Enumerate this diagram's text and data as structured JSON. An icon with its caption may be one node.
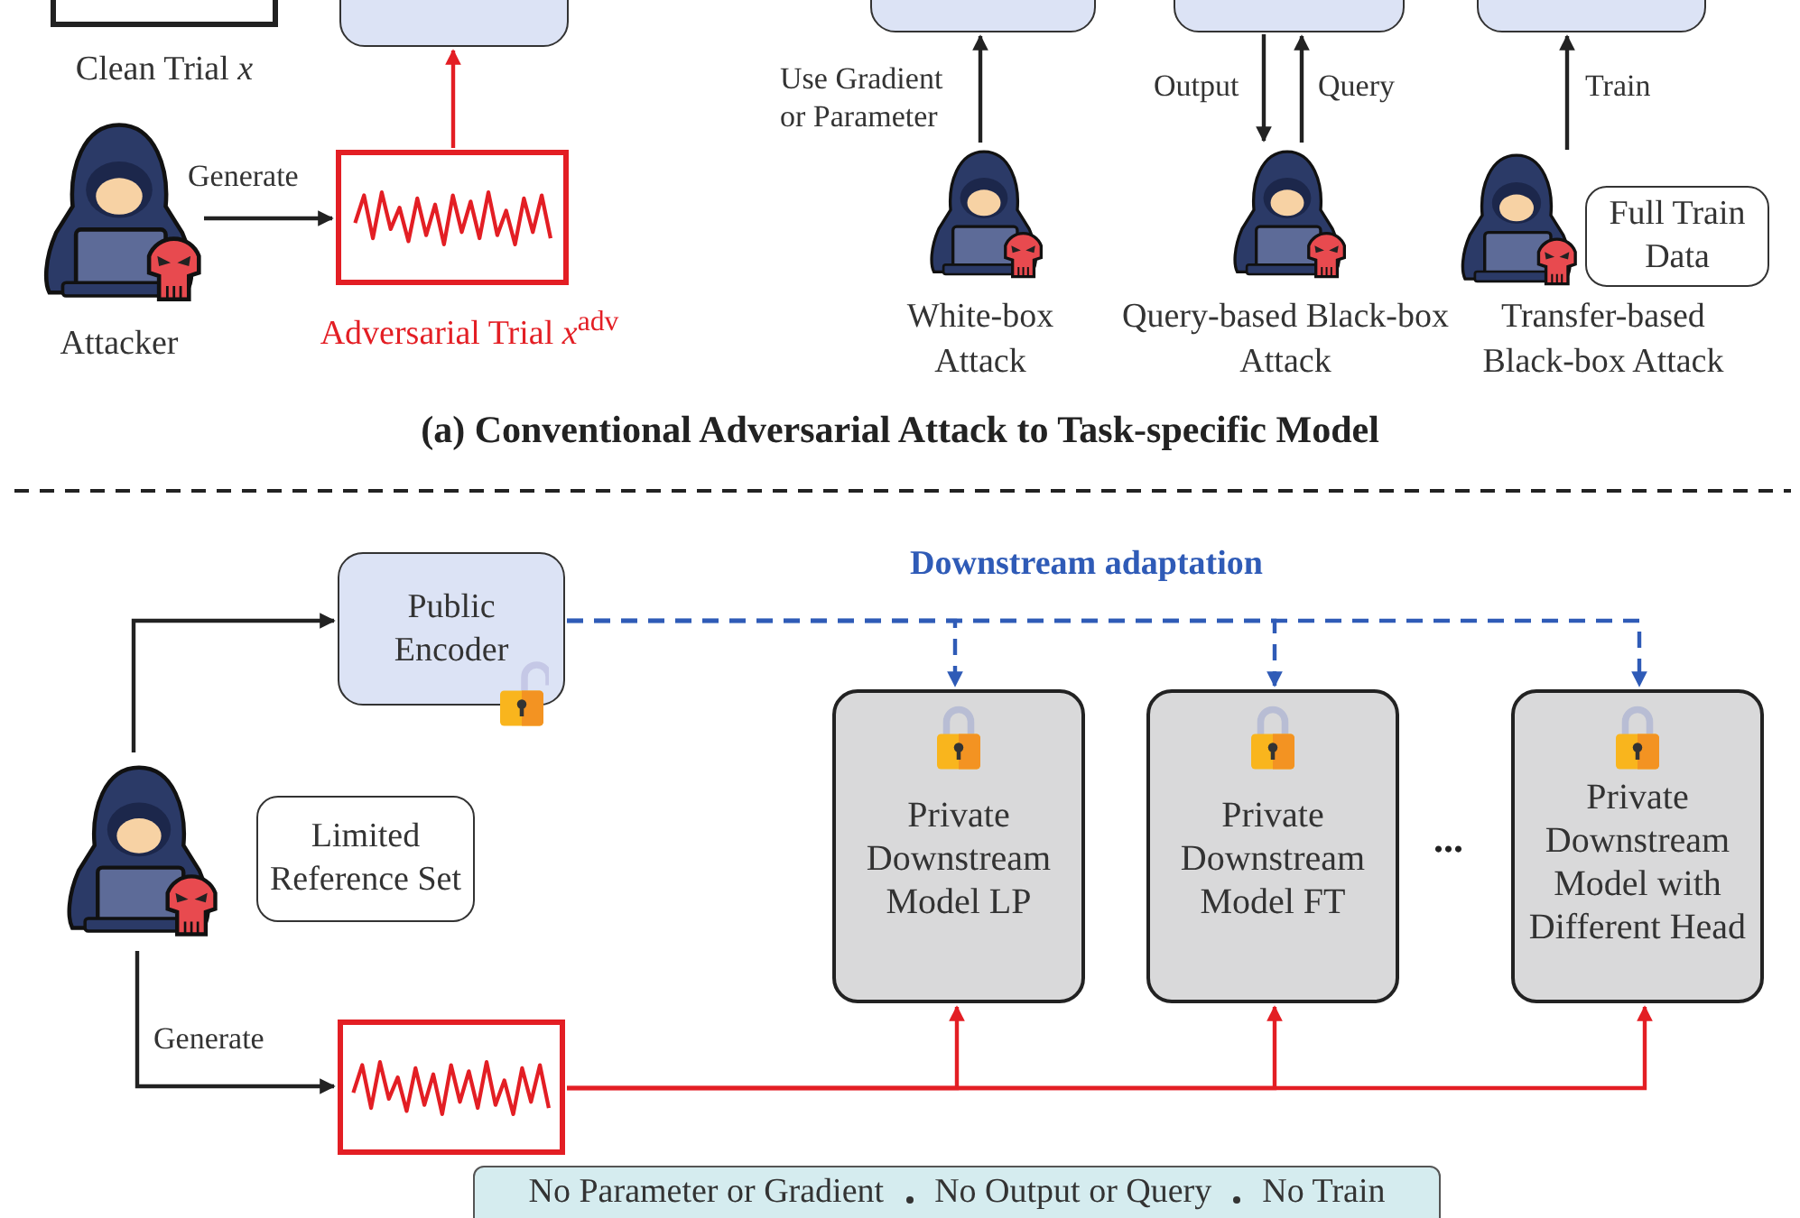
{
  "diagram": {
    "nodes": [
      {
        "text": [],
        "shape": "box",
        "beside": [
          "Clean Trial *x*"
        ]
      },
      {
        "text": [],
        "shape": "box"
      },
      {
        "text": [],
        "shape": "person",
        "beside": [
          "Attacker"
        ]
      },
      {
        "text": [],
        "shape": "box",
        "beside": [
          "Adversarial Trial *x*$^{adv}$"
        ]
      },
      {
        "text": [],
        "shape": "box"
      },
      {
        "text": [],
        "shape": "box"
      },
      {
        "text": [],
        "shape": "box"
      },
      {
        "text": [],
        "shape": "person",
        "beside": [
          "White-box Attack"
        ]
      },
      {
        "text": [],
        "shape": "person",
        "beside": [
          "Query-based Black-box Attack"
        ]
      },
      {
        "text": [],
        "shape": "person",
        "beside": [
          "Transfer-based Black-box Attack"
        ]
      },
      {
        "text": [
          "Full Train Data"
        ]
      },
      {
        "text": [
          "Public Encoder"
        ]
      },
      {
        "text": [],
        "shape": "person"
      },
      {
        "text": [
          "Limited Reference Set"
        ]
      },
      {
        "text": [],
        "shape": "box"
      },
      {
        "text": [
          "Private Downstream Model LP"
        ]
      },
      {
        "text": [
          "Private Downstream Model FT"
        ]
      },
      {
        "text": [
          "Private Downstream Model with Different Head"
        ]
      },
      {
        "text": [
          "No Parameter or Gradient",
          "No Output or Query",
          "No Train"
        ]
      }
    ],
    "edges": [
      {
        "from": 2,
        "to": 3,
        "arrow": "to",
        "label": "Generate"
      },
      {
        "from": 3,
        "to": 1,
        "arrow": "to",
        "color": "#e31e24"
      },
      {
        "from": 7,
        "to": 4,
        "arrow": "to",
        "label": "Use Gradient or Parameter"
      },
      {
        "from": 5,
        "to": 8,
        "arrow": "to",
        "label": "Output"
      },
      {
        "from": 8,
        "to": 5,
        "arrow": "to",
        "label": "Query"
      },
      {
        "from": 9,
        "to": 6,
        "arrow": "to",
        "label": "Train"
      },
      {
        "from": 12,
        "to": 11,
        "arrow": "to"
      },
      {
        "from": 12,
        "to": 14,
        "arrow": "to",
        "label": "Generate"
      },
      {
        "from": 11,
        "to": 15,
        "arrow": "to",
        "style": "dashed",
        "color": "#2f5bb7"
      },
      {
        "from": 11,
        "to": 16,
        "arrow": "to",
        "style": "dashed",
        "color": "#2f5bb7"
      },
      {
        "from": 11,
        "to": 17,
        "arrow": "to",
        "style": "dashed",
        "color": "#2f5bb7"
      },
      {
        "from": 14,
        "to": 15,
        "arrow": "to",
        "color": "#e31e24"
      },
      {
        "from": 14,
        "to": 16,
        "arrow": "to",
        "color": "#e31e24"
      },
      {
        "from": 14,
        "to": 17,
        "arrow": "to",
        "color": "#e31e24"
      }
    ],
    "labels": [
      "(a) Conventional Adversarial Attack to Task-specific Model",
      "Downstream adaptation",
      "..."
    ]
  }
}
